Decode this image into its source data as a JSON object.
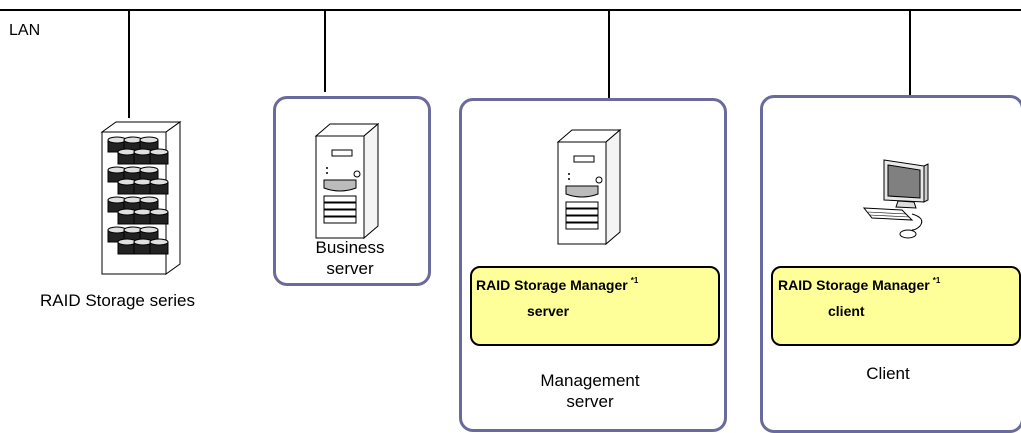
{
  "lan": {
    "label": "LAN"
  },
  "nodes": {
    "storage": {
      "label": "RAID Storage series"
    },
    "business": {
      "label_line1": "Business",
      "label_line2": "server"
    },
    "management": {
      "software_line1": "RAID Storage Manager",
      "software_sup": "*1",
      "software_line2": "server",
      "label_line1": "Management",
      "label_line2": "server"
    },
    "client": {
      "software_line1": "RAID Storage Manager",
      "software_sup": "*1",
      "software_line2": "client",
      "label": "Client"
    }
  },
  "colors": {
    "box_border": "#6a6a9c",
    "software_fill": "#ffff99"
  },
  "icons": [
    "storage-rack-icon",
    "server-tower-icon",
    "server-tower-icon",
    "desktop-computer-icon"
  ]
}
